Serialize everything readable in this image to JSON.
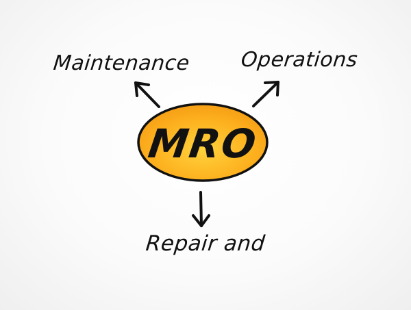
{
  "diagram": {
    "center": {
      "label": "MRO",
      "fill": "#fba71b",
      "fill_light": "#ffc62e",
      "stroke": "#111111"
    },
    "branches": [
      {
        "id": "maintenance",
        "label": "Maintenance"
      },
      {
        "id": "operations",
        "label": "Operations"
      },
      {
        "id": "repair",
        "label": "Repair and"
      }
    ],
    "ink_color": "#111111"
  }
}
